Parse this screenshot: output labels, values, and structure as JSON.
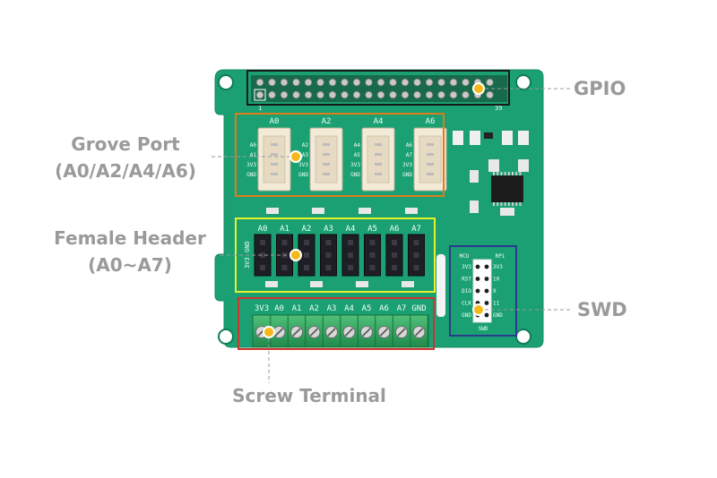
{
  "callouts": {
    "gpio": "GPIO",
    "grove_line1": "Grove Port",
    "grove_line2": "(A0/A2/A4/A6)",
    "female_line1": "Female Header",
    "female_line2": "(A0~A7)",
    "swd": "SWD",
    "screw": "Screw Terminal"
  },
  "board": {
    "gpio_pin_1": "1",
    "gpio_pin_39": "39",
    "grove_ports": [
      {
        "label": "A0",
        "pins": [
          "A0",
          "A1",
          "3V3",
          "GND"
        ]
      },
      {
        "label": "A2",
        "pins": [
          "A2",
          "A3",
          "3V3",
          "GND"
        ]
      },
      {
        "label": "A4",
        "pins": [
          "A4",
          "A5",
          "3V3",
          "GND"
        ]
      },
      {
        "label": "A6",
        "pins": [
          "A6",
          "A7",
          "3V3",
          "GND"
        ]
      }
    ],
    "header_labels": [
      "A0",
      "A1",
      "A2",
      "A3",
      "A4",
      "A5",
      "A6",
      "A7"
    ],
    "header_side_labels": [
      "3V3",
      "GND"
    ],
    "terminal_labels": [
      "3V3",
      "A0",
      "A1",
      "A2",
      "A3",
      "A4",
      "A5",
      "A6",
      "A7",
      "GND"
    ],
    "swd": {
      "head_left": "MCU",
      "head_right": "RPi",
      "left_pins": [
        "3V3",
        "RST",
        "DIO",
        "CLK",
        "GND"
      ],
      "right_pins": [
        "3V3",
        "10",
        "9",
        "11",
        "GND"
      ],
      "footer": "SWD"
    }
  },
  "colors": {
    "pcb": "#1aa072",
    "gpio_box": "#1a1a1a",
    "grove_box": "#e07b1c",
    "header_box": "#e8f02a",
    "swd_box": "#2a3a8c",
    "screw_box": "#d0342c",
    "dot": "#f5b81c",
    "leader": "#9a9a9a"
  }
}
